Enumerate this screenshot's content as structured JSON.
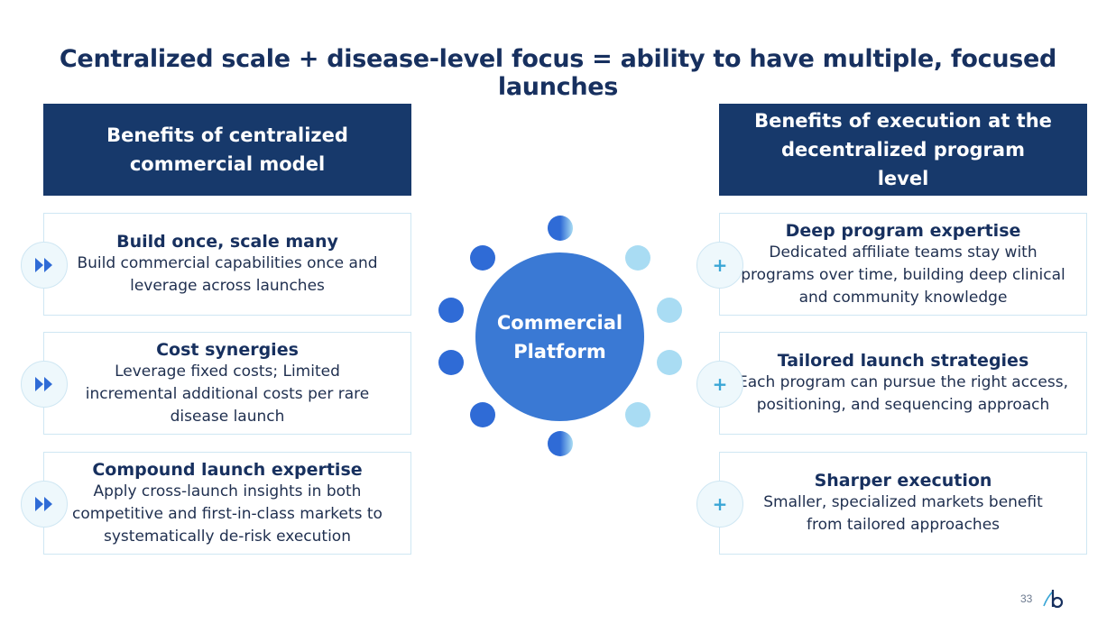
{
  "title": "Centralized scale + disease-level focus = ability to have multiple, focused launches",
  "left": {
    "header": "Benefits of centralized commercial model",
    "icon": "fast-forward-icon",
    "cards": [
      {
        "title": "Build once, scale many",
        "body": "Build commercial capabilities once and leverage across launches"
      },
      {
        "title": "Cost synergies",
        "body": "Leverage fixed costs; Limited incremental additional costs per rare disease launch"
      },
      {
        "title": "Compound launch expertise",
        "body": "Apply cross-launch insights in both competitive and first-in-class markets to systematically de-risk execution"
      }
    ]
  },
  "right": {
    "header": "Benefits of execution at the decentralized program level",
    "icon": "plus-icon",
    "cards": [
      {
        "title": "Deep program expertise",
        "body": "Dedicated affiliate teams stay with programs  over time, building deep clinical and community knowledge"
      },
      {
        "title": "Tailored launch strategies",
        "body": "Each program can pursue the right access, positioning, and sequencing approach"
      },
      {
        "title": "Sharper execution",
        "body": "Smaller, specialized markets benefit from tailored approaches"
      }
    ]
  },
  "center": {
    "label": "Commercial Platform"
  },
  "colors": {
    "navy": "#17396b",
    "center_blue": "#3a79d4",
    "dark_dot": "#2f6bd6",
    "light_dot": "#a9dcf3",
    "accent": "#3aa6d6"
  },
  "page_number": "33"
}
